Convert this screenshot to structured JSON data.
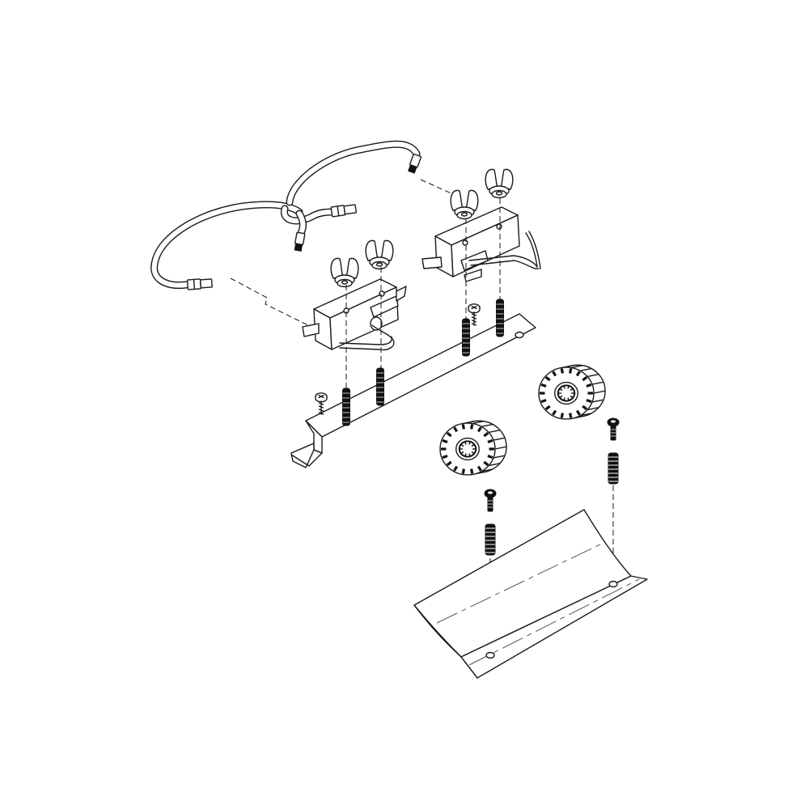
{
  "colors": {
    "line": "#1a1a1a",
    "background": "#ffffff"
  },
  "parts": [
    {
      "name": "wire-harness"
    },
    {
      "name": "wing-nut",
      "count": 4
    },
    {
      "name": "switch-assembly",
      "count": 2
    },
    {
      "name": "mounting-screw",
      "count": 4
    },
    {
      "name": "threaded-stud",
      "count": 6
    },
    {
      "name": "switch-bracket"
    },
    {
      "name": "cam-wheel",
      "count": 2
    },
    {
      "name": "trough-plate"
    }
  ]
}
